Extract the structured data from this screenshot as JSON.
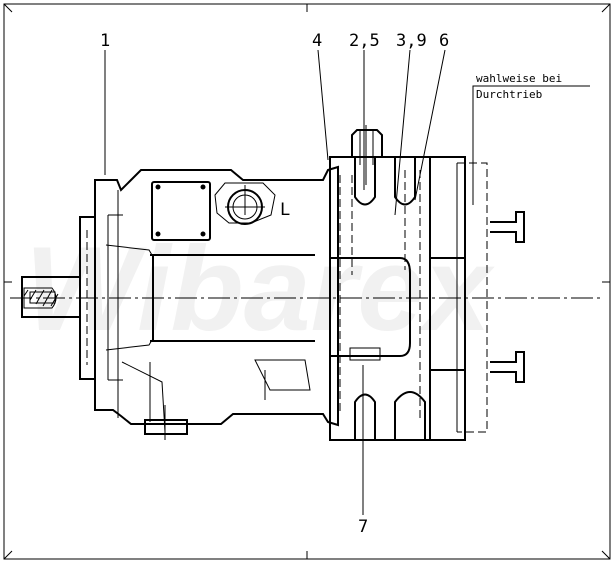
{
  "drawing": {
    "watermark": "Wibarex",
    "labels": {
      "l1": "1",
      "l4": "4",
      "l25": "2,5",
      "l39": "3,9",
      "l6": "6",
      "l7": "7",
      "port": "L"
    },
    "note": {
      "line1": "wahlweise bei",
      "line2": "Durchtrieb"
    }
  }
}
